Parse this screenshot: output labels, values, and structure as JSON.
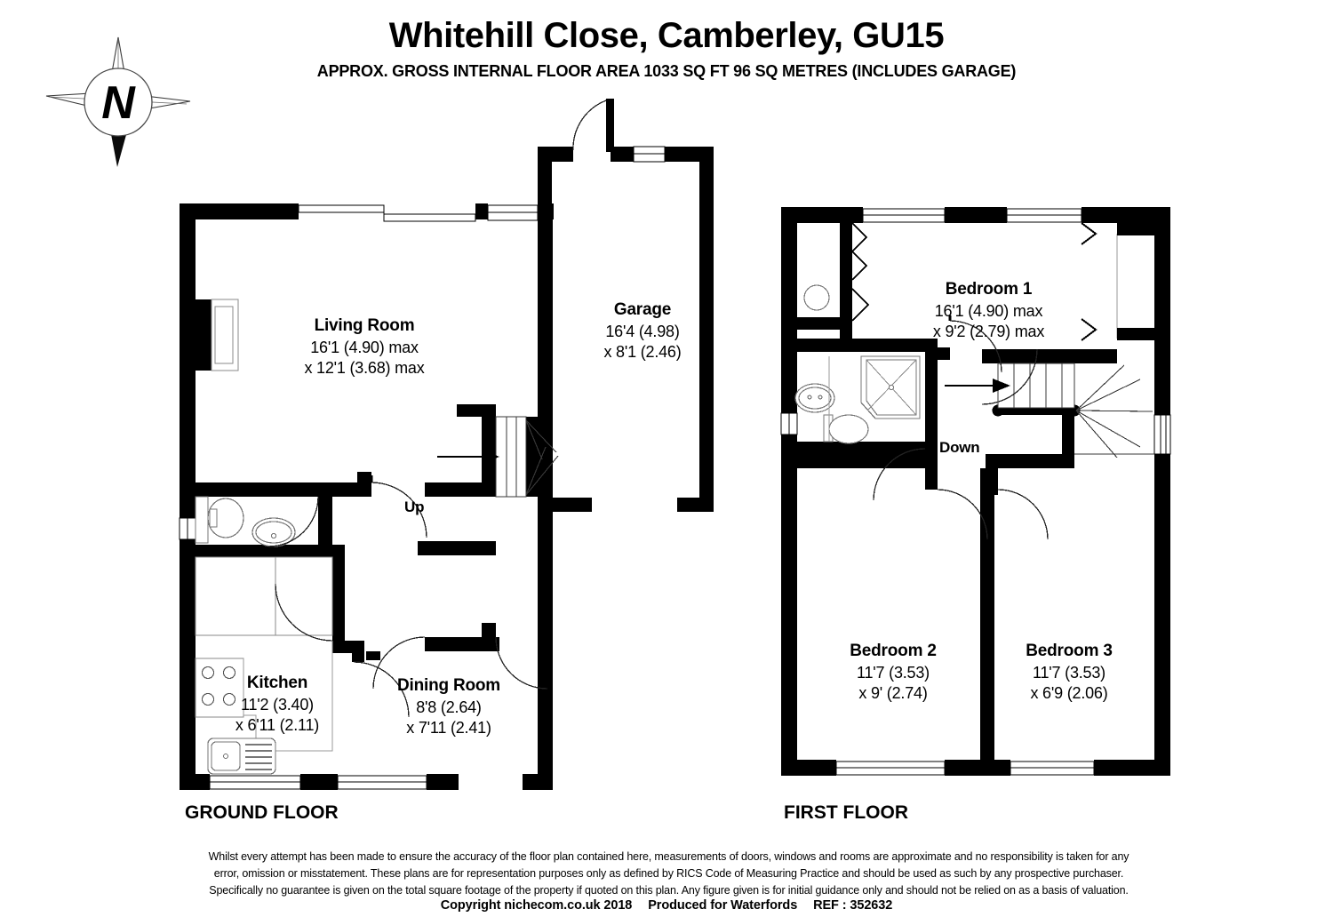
{
  "header": {
    "title": "Whitehill Close, Camberley, GU15",
    "subtitle": "APPROX. GROSS INTERNAL FLOOR AREA 1033 SQ FT 96 SQ METRES (INCLUDES GARAGE)"
  },
  "compass": {
    "label": "N",
    "icon": "compass-rose-icon"
  },
  "floors": [
    {
      "id": "ground",
      "label": "GROUND FLOOR",
      "rooms": [
        {
          "name": "Living Room",
          "dim1": "16'1 (4.90) max",
          "dim2": "x 12'1 (3.68) max"
        },
        {
          "name": "Garage",
          "dim1": "16'4 (4.98)",
          "dim2": "x 8'1 (2.46)"
        },
        {
          "name": "Kitchen",
          "dim1": "11'2 (3.40)",
          "dim2": "x 6'11 (2.11)"
        },
        {
          "name": "Dining Room",
          "dim1": "8'8 (2.64)",
          "dim2": "x 7'11 (2.41)"
        }
      ],
      "stair_direction": "Up"
    },
    {
      "id": "first",
      "label": "FIRST FLOOR",
      "rooms": [
        {
          "name": "Bedroom 1",
          "dim1": "16'1 (4.90) max",
          "dim2": "x 9'2 (2.79) max"
        },
        {
          "name": "Bedroom 2",
          "dim1": "11'7 (3.53)",
          "dim2": "x 9' (2.74)"
        },
        {
          "name": "Bedroom 3",
          "dim1": "11'7 (3.53)",
          "dim2": "x 6'9 (2.06)"
        }
      ],
      "stair_direction": "Down"
    }
  ],
  "footer": {
    "disclaimer_line1": "Whilst every attempt has been made to ensure the accuracy of the floor plan contained here, measurements of doors, windows and rooms are approximate and no responsibility is taken for any",
    "disclaimer_line2": "error, omission or misstatement. These plans are for representation purposes only as defined by RICS Code of Measuring Practice and should be used as such by any prospective purchaser.",
    "disclaimer_line3": "Specifically no guarantee is given on the total square footage of the property if quoted on this plan. Any figure given is for initial guidance only and should not be relied on as a basis of valuation.",
    "copyright": "Copyright nichecom.co.uk 2018",
    "produced_for": "Produced for Waterfords",
    "reference": "REF : 352632"
  },
  "colors": {
    "wall": "#000000",
    "background": "#ffffff",
    "fixture_line": "#6f6f6f",
    "text": "#000000"
  }
}
